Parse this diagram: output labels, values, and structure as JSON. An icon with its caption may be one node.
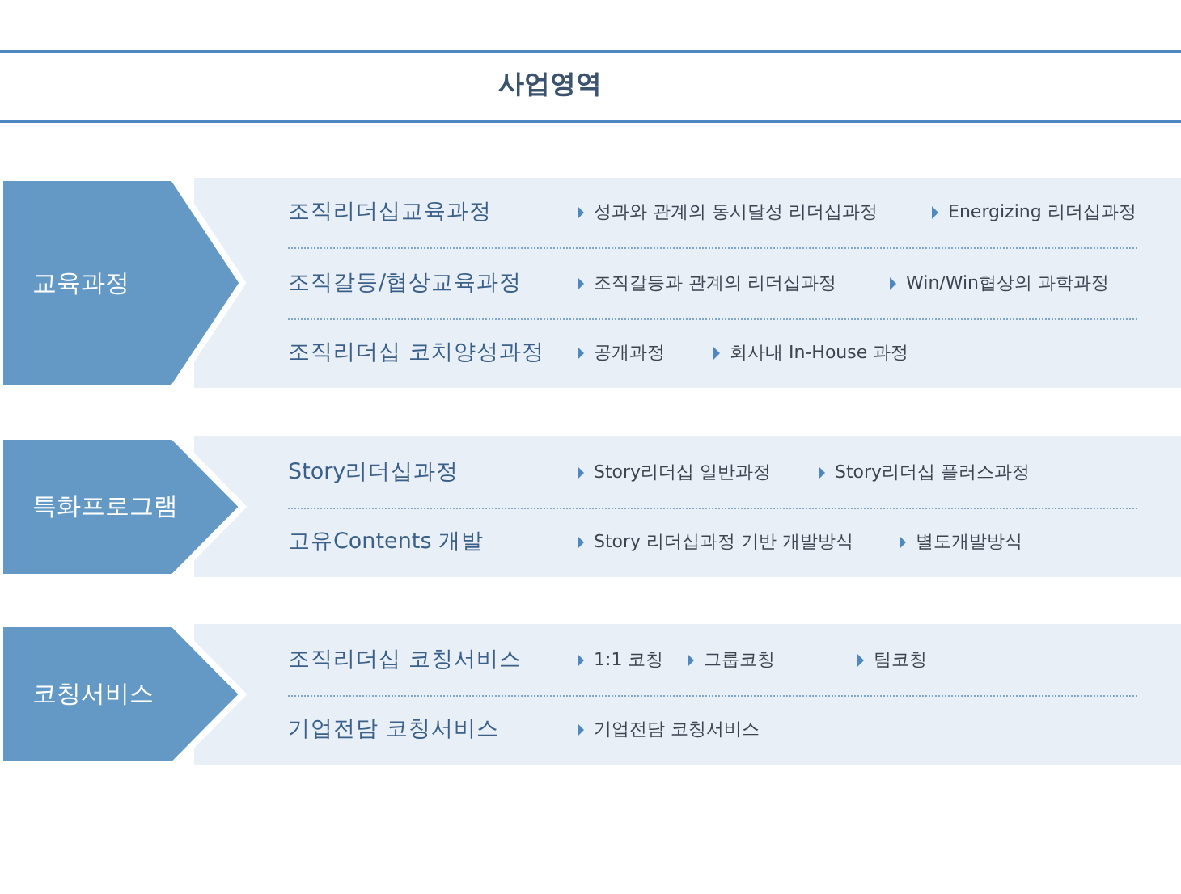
{
  "diagram": {
    "title": "사업영역",
    "nodes": [
      {
        "text": [
          "교육과정"
        ]
      },
      {
        "text": [
          "조직리더십교육과정",
          "성과와 관계의 동시달성 리더십과정",
          "Energizing 리더십과정",
          "조직갈등/협상교육과정",
          "조직갈등과 관계의 리더십과정",
          "Win/Win협상의 과학과정",
          "조직리더십 코치양성과정",
          "공개과정",
          "회사내 In-House 과정"
        ]
      },
      {
        "text": [
          "특화프로그램"
        ]
      },
      {
        "text": [
          "Story리더십과정",
          "Story리더십 일반과정",
          "Story리더십 플러스과정",
          "고유Contents 개발",
          "Story 리더십과정 기반 개발방식",
          "별도개발방식"
        ]
      },
      {
        "text": [
          "코칭서비스"
        ]
      },
      {
        "text": [
          "조직리더십 코칭서비스",
          "1:1 코칭",
          "그룹코칭",
          "팀코칭",
          "기업전담 코칭서비스",
          "기업전담 코칭서비스"
        ]
      }
    ]
  }
}
